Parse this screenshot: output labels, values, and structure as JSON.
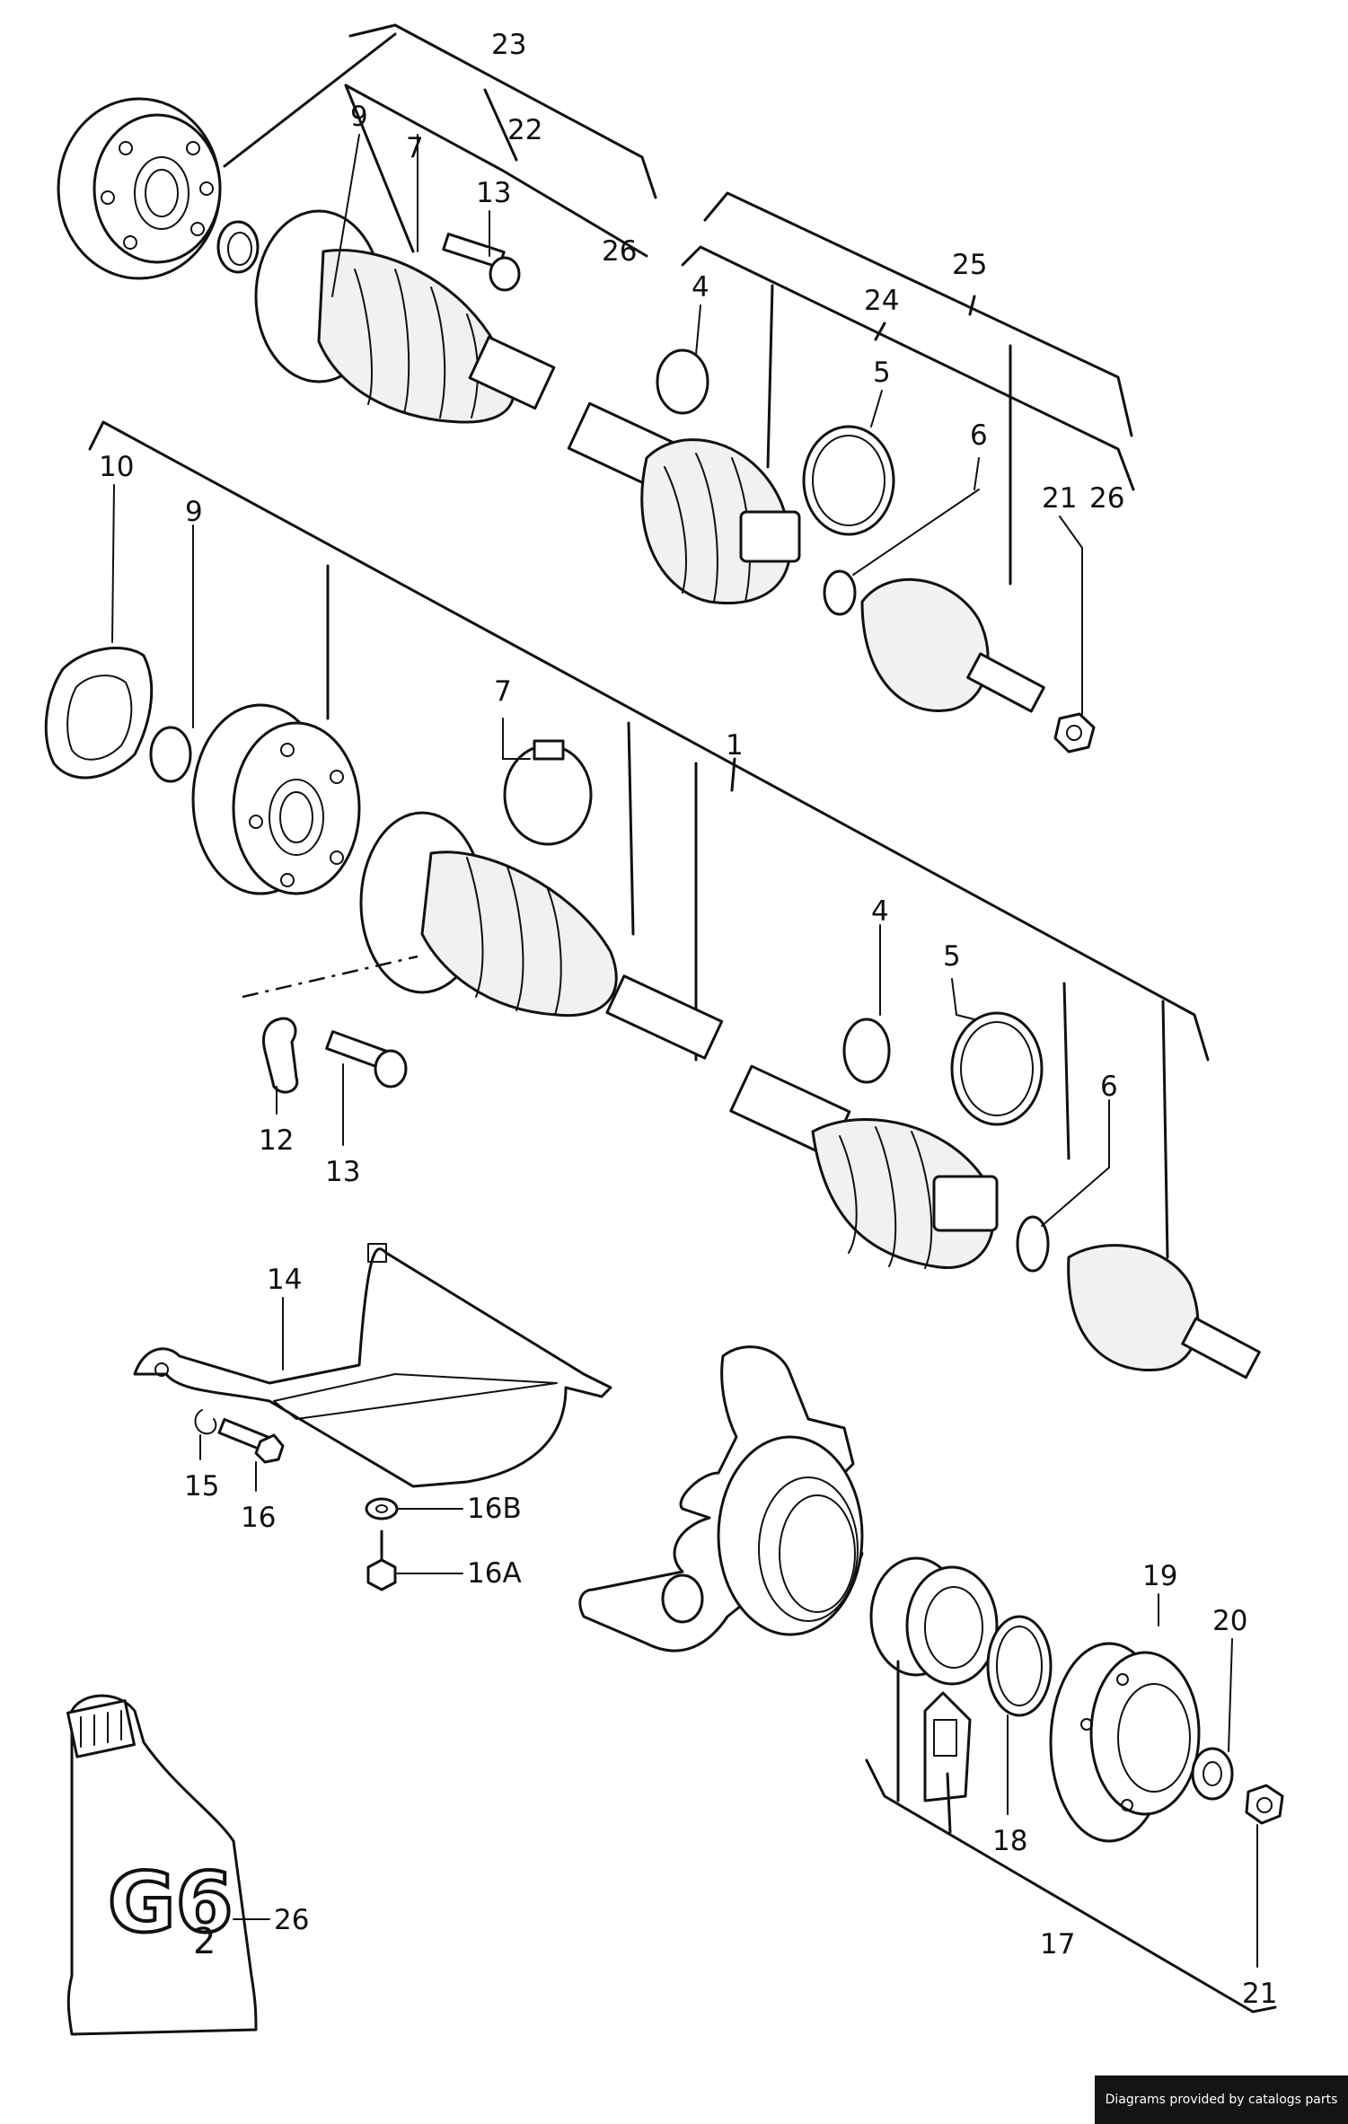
{
  "labels": {
    "l23": "23",
    "l22": "22",
    "l9a": "9",
    "l7a": "7",
    "l13a": "13",
    "l26a": "26",
    "l25": "25",
    "l4a": "4",
    "l24": "24",
    "l5a": "5",
    "l6a": "6",
    "l21a": "21",
    "l26b": "26",
    "l10": "10",
    "l9b": "9",
    "l7b": "7",
    "l1": "1",
    "l4b": "4",
    "l5b": "5",
    "l6b": "6",
    "l12": "12",
    "l13b": "13",
    "l14": "14",
    "l15": "15",
    "l16": "16",
    "l16B": "16B",
    "l16A": "16A",
    "l19": "19",
    "l20": "20",
    "l18": "18",
    "l17": "17",
    "l21b": "21",
    "l26c": "26"
  },
  "tube": {
    "marking": "G6",
    "subscript": "2"
  },
  "credit": "Diagrams provided by catalogs parts"
}
